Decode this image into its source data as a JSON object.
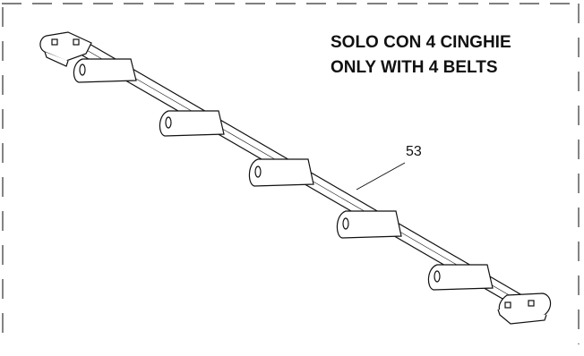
{
  "note": {
    "line1": "SOLO CON 4 CINGHIE",
    "line2": "ONLY WITH 4 BELTS"
  },
  "callout": {
    "label": "53"
  },
  "part": {
    "name": "bar",
    "clamp_count": 5,
    "end_plate_count": 2
  }
}
